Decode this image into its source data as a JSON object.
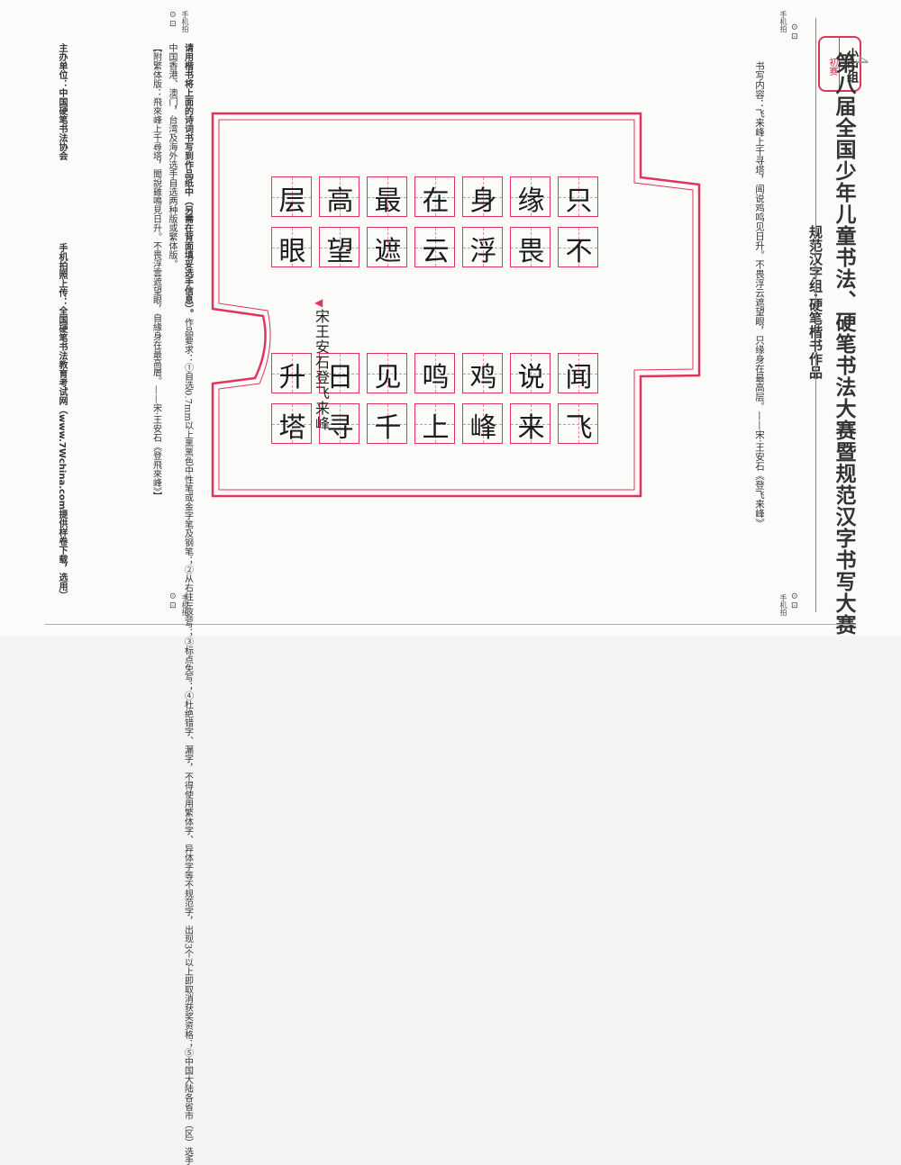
{
  "header": {
    "title": "第八届全国少年儿童书法、硬笔书法大赛暨规范汉字书写大赛",
    "subtitle": "规范汉字组·硬笔楷书作品",
    "page_number": "4",
    "badge_group": "小中组",
    "badge_level": "初赛"
  },
  "content_line": "书写内容：飞来峰上千寻塔，闻说鸡鸣见日升。不畏浮云遮望眼，只缘身在最高层。——宋·王安石《登飞来峰》",
  "requirements": {
    "intro": "请用楷书将上面的诗词书写到作品纸中（另需在背面填妥选手信息）。",
    "rules": "作品要求：①自选0.7mm以上黑黑色中性笔或金字笔及钢笔；②从右往左竖写；③标点免写；④杜绝错字、漏字，不得使用繁体字、异体字等不规范字，出现3个以上即取消获奖资格；⑤中国大陆各省市（区）选手",
    "rules2": "中国香港、澳门，台湾及海外选手自选两种版或繁体版。",
    "attach": "【附繁体版：飛來峰上千尋塔，聞說雞鳴見日升。不畏浮雲遮望眼，自緣身在最高層。——宋·王安石《登飛來峰》】"
  },
  "upload": "手机拍照上传：全国硬笔书法教育考试网（www.7Wchina.com提供样卷下载，选用）",
  "organizer": "主办单位：中国硬笔书法协会",
  "corner_label": "手机拍",
  "corner_icons": "⊙ ⊡",
  "columns": [
    [
      "飞",
      "来",
      "峰",
      "上",
      "千",
      "寻",
      "塔"
    ],
    [
      "闻",
      "说",
      "鸡",
      "鸣",
      "见",
      "日",
      "升"
    ],
    [
      "不",
      "畏",
      "浮",
      "云",
      "遮",
      "望",
      "眼"
    ],
    [
      "只",
      "缘",
      "身",
      "在",
      "最",
      "高",
      "层"
    ]
  ],
  "signature": "宋王安石登飞来峰",
  "colors": {
    "accent": "#e0355b",
    "grid_dash": "#f08aa3"
  }
}
